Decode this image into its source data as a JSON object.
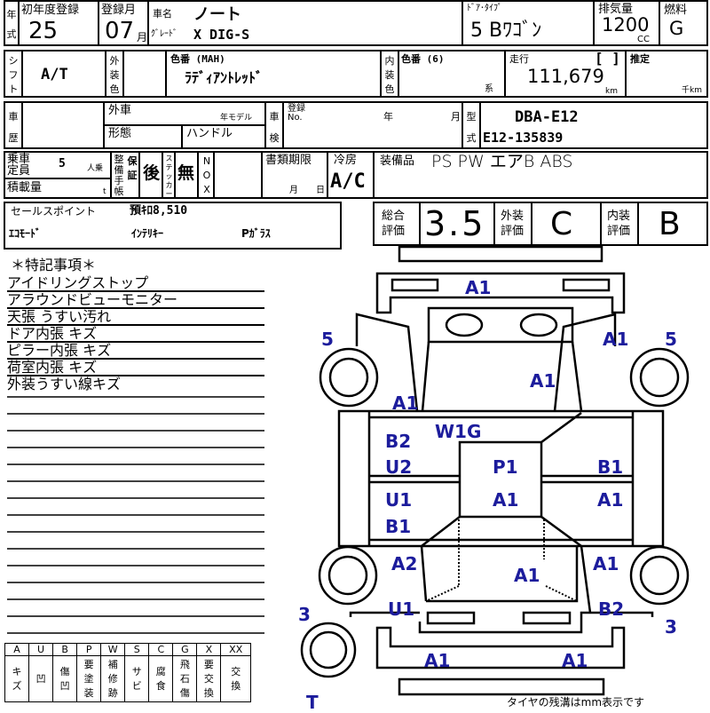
{
  "header": {
    "year_label": "年式",
    "first_reg_label": "初年度登録",
    "first_reg": "25",
    "reg_month_label": "登録月",
    "reg_month": "07",
    "month_unit": "月",
    "car_name_label": "車名",
    "car_name": "ノート",
    "grade_label": "ｸﾞﾚｰﾄﾞ",
    "grade": "X DIG-S",
    "door_type_label": "ﾄﾞｱ･ﾀｲﾌﾟ",
    "door_type": "5 Bﾜｺﾞﾝ",
    "displacement_label": "排気量",
    "displacement": "1200",
    "cc": "CC",
    "fuel_label": "燃料",
    "fuel": "G"
  },
  "row2": {
    "shift_label": "シフト",
    "shift": "A/T",
    "ext_color_label": "外装色",
    "color_code_label": "色番 (MAH)",
    "color_name": "ﾗﾃﾞｨｱﾝﾄﾚｯﾄﾞ",
    "int_color_label": "内装色",
    "int_code_label": "色番 (6)",
    "kei": "系",
    "mileage_label": "走行",
    "mileage_bracket": "[ ]",
    "mileage": "111,679",
    "km": "km",
    "estimate_label": "推定",
    "thousand_km": "千km"
  },
  "row3": {
    "history_label": "車歴",
    "import_label": "外車",
    "model_year_label": "年モデル",
    "body_label": "形態",
    "handle_label": "ハンドル",
    "inspection_label": "車検",
    "reg_no_label": "登録 No.",
    "year_label": "年",
    "month_label": "月",
    "model_label": "型式",
    "model_code": "DBA-E12",
    "chassis": "E12-135839"
  },
  "row4": {
    "capacity_label": "乗車定員",
    "capacity": "5",
    "person_unit": "人乗",
    "load_label": "積載量",
    "ton": "t",
    "manual_label": "整備手帳",
    "warranty_label": "保証",
    "manual_value": "後",
    "sticker_label": "ステッカー",
    "sticker_value": "無",
    "nox_label": "NOX",
    "docs_label": "書類期限",
    "docs_month": "月",
    "docs_day": "日",
    "ac_label": "冷房",
    "ac": "A/C",
    "equip_label": "装備品",
    "equipment": "PS PW エアB ABS"
  },
  "sales_points": {
    "label": "セールスポイント",
    "mileage_note": "預ｷﾛ8,510",
    "items": [
      "ｴｺﾓｰﾄﾞ",
      "ｲﾝﾃﾘｷｰ",
      "Pｶﾞﾗｽ"
    ]
  },
  "scores": {
    "overall_label": "総合評価",
    "overall": "3.5",
    "exterior_label": "外装評価",
    "exterior": "C",
    "interior_label": "内装評価",
    "interior": "B"
  },
  "notes": {
    "title": "＊特記事項＊",
    "items": [
      "アイドリングストップ",
      "アラウンドビューモニター",
      "天張 うすい汚れ",
      "ドア内張 キズ",
      "ピラー内張 キズ",
      "荷室内張 キズ",
      "外装うすい線キズ"
    ]
  },
  "legend": {
    "codes": [
      "A",
      "U",
      "B",
      "P",
      "W",
      "S",
      "C",
      "G",
      "X",
      "XX"
    ],
    "meanings": [
      "キズ",
      "凹",
      "傷凹",
      "要塗装",
      "補修跡",
      "サビ",
      "腐食",
      "飛石傷",
      "要交換",
      "交換"
    ]
  },
  "diagram": {
    "labels": [
      "A1",
      "5",
      "A1",
      "5",
      "A1",
      "A1",
      "W1G",
      "B2",
      "U2",
      "P1",
      "B1",
      "U1",
      "A1",
      "A1",
      "B1",
      "A2",
      "A1",
      "A1",
      "U1",
      "B2",
      "3",
      "3",
      "A1",
      "A1",
      "T"
    ],
    "caption": "タイヤの残溝はmm表示です",
    "label_color": "#1c1c9c"
  }
}
